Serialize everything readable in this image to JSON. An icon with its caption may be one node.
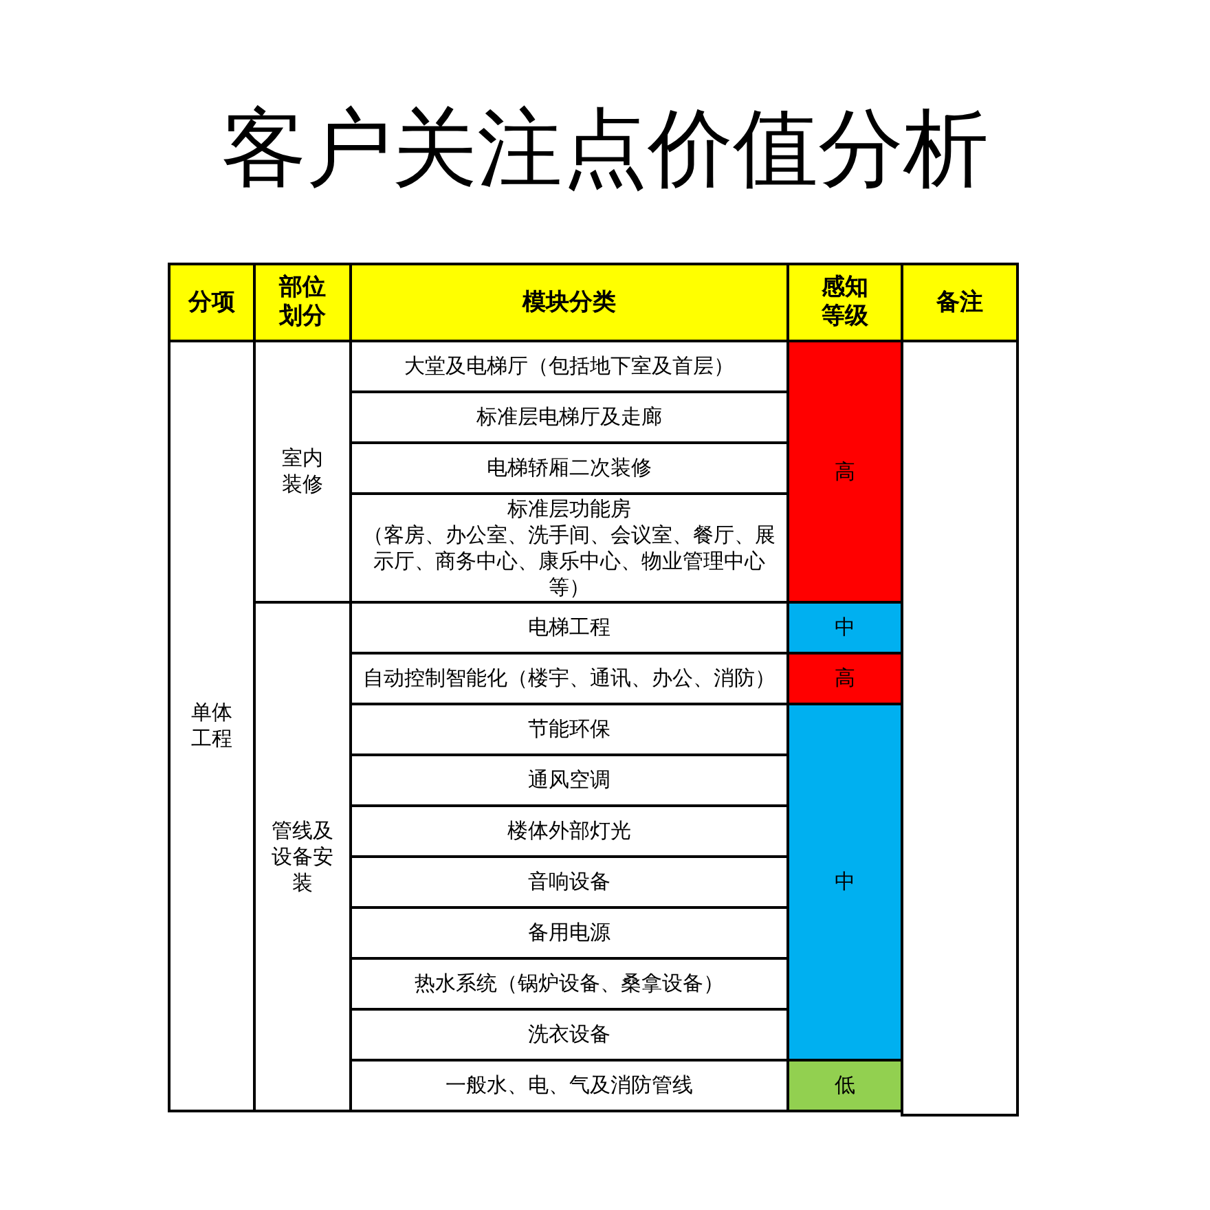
{
  "diagram": {
    "title": "客户关注点价值分析",
    "nodes": [
      {
        "text": [
          "分项"
        ]
      },
      {
        "text": [
          "部位划分"
        ]
      },
      {
        "text": [
          "模块分类"
        ]
      },
      {
        "text": [
          "感知等级"
        ]
      },
      {
        "text": [
          "备注"
        ]
      },
      {
        "text": [
          "单体工程"
        ]
      },
      {
        "text": [
          "室内装修"
        ]
      },
      {
        "text": [
          "大堂及电梯厅（包括地下室及首层）"
        ]
      },
      {
        "text": [
          "标准层电梯厅及走廊"
        ]
      },
      {
        "text": [
          "电梯轿厢二次装修"
        ]
      },
      {
        "text": [
          "标准层功能房",
          "（客房、办公室、洗手间、会议室、餐厅、展示厅、商务中心、康乐中心、物业管理中心等）"
        ]
      },
      {
        "text": [
          "高"
        ]
      },
      {
        "text": [
          "管线及设备安装"
        ]
      },
      {
        "text": [
          "电梯工程"
        ]
      },
      {
        "text": [
          "中"
        ]
      },
      {
        "text": [
          "自动控制智能化（楼宇、通讯、办公、消防）"
        ]
      },
      {
        "text": [
          "高"
        ]
      },
      {
        "text": [
          "节能环保"
        ]
      },
      {
        "text": [
          "通风空调"
        ]
      },
      {
        "text": [
          "楼体外部灯光"
        ]
      },
      {
        "text": [
          "音响设备"
        ]
      },
      {
        "text": [
          "备用电源"
        ]
      },
      {
        "text": [
          "热水系统（锅炉设备、桑拿设备）"
        ]
      },
      {
        "text": [
          "洗衣设备"
        ]
      },
      {
        "text": [
          "中"
        ]
      },
      {
        "text": [
          "一般水、电、气及消防管线"
        ]
      },
      {
        "text": [
          "低"
        ]
      },
      {
        "text": [],
        "shape": "box"
      }
    ]
  }
}
